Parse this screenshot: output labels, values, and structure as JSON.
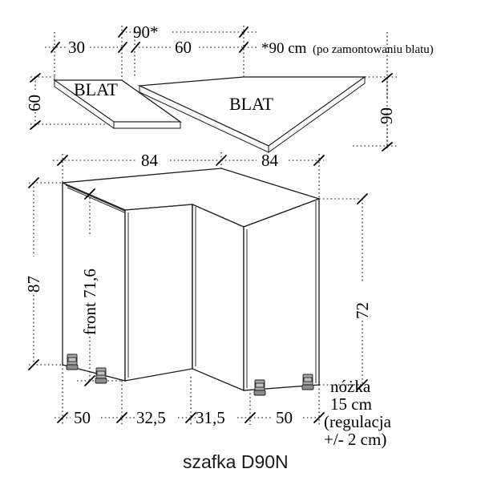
{
  "drawing": {
    "title": "szafka D90N",
    "countertop_label_left": "BLAT",
    "countertop_label_right": "BLAT"
  },
  "top_dimensions": {
    "span_90_star": "90*",
    "width_30": "30",
    "width_60": "60",
    "note_90cm": "*90 cm",
    "note_90cm_paren": "(po zamontowaniu blatu)",
    "depth_left": "60",
    "depth_right": "90"
  },
  "cabinet_dimensions": {
    "top_width_left": "84",
    "top_width_right": "84",
    "height_total": "87",
    "height_right": "72",
    "front_height": "front 71,6"
  },
  "bottom_dimensions": {
    "seg_1": "50",
    "seg_2": "32,5",
    "seg_3": "31,5",
    "seg_4": "50"
  },
  "leg_note": {
    "line1": "nóżka",
    "line2": "15 cm",
    "line3": "(regulacja",
    "line4": "+/- 2 cm)"
  },
  "colors": {
    "ink": "#1a1a1a",
    "leg": "#a8a8a8",
    "paper": "#ffffff"
  }
}
